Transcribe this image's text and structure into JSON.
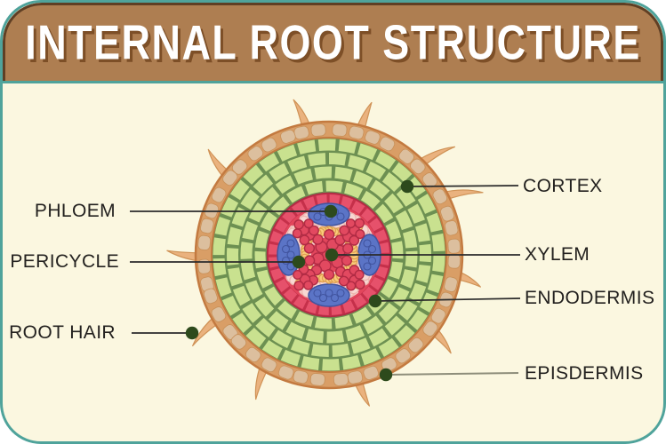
{
  "title": "INTERNAL ROOT STRUCTURE",
  "labels": {
    "phloem": "PHLOEM",
    "pericycle": "PERICYCLE",
    "root_hair": "ROOT HAIR",
    "cortex": "CORTEX",
    "xylem": "XYLEM",
    "endodermis": "ENDODERMIS",
    "episdermis": "EPISDERMIS"
  },
  "colors": {
    "page_bg": "#ffffff",
    "card_bg": "#fbf7e0",
    "card_border": "#4fa39b",
    "banner_bg": "#ae7e51",
    "banner_border": "#5f3f24",
    "title_color": "#ffffff",
    "title_shadow": "#7d4f27",
    "label_color": "#23211f",
    "line_color": "#2b2b2b",
    "line_color_muted": "#8e8e7b",
    "dot_color": "#2d4a1c",
    "epidermis_base": "#d99e66",
    "epidermis_cell": "#dcbf9e",
    "epidermis_cell_outline": "#c89058",
    "epidermis_outline": "#c37a40",
    "cortex_base": "#6d9052",
    "cortex_cell": "#c9e18f",
    "stele_gap": "#c5304a",
    "stele_cell": "#e6516b",
    "stele_base": "#e2465c",
    "xylem_cell": "#e24960",
    "xylem_outline": "#b02b44",
    "phloem_pink": "#f8d7d2",
    "phloem_pink_outline": "#edb6af",
    "yellow_cell": "#f9cb79",
    "yellow_outline": "#de9d50",
    "blue_cell": "#5b74c6",
    "blue_outline": "#41549f",
    "hair_fill": "#eab27e",
    "hair_outline": "#cf9256"
  }
}
